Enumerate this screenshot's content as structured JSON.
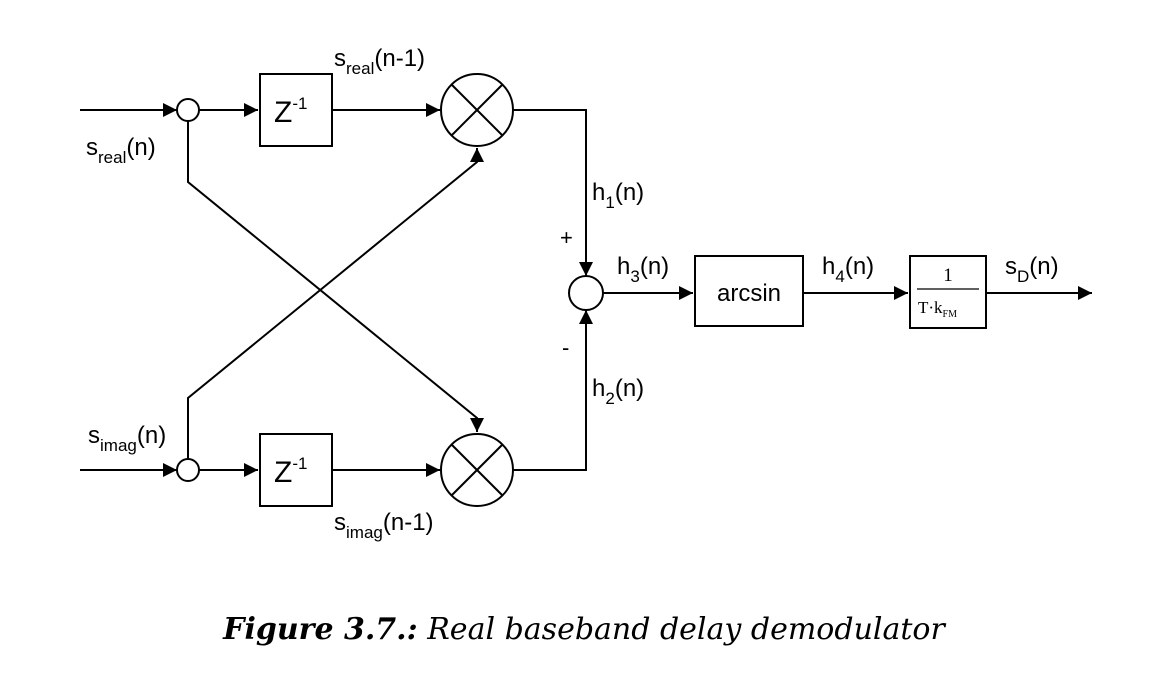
{
  "labels": {
    "s_real_in": {
      "base": "s",
      "sub": "real",
      "tail": "(n)"
    },
    "s_imag_in": {
      "base": "s",
      "sub": "imag",
      "tail": "(n)"
    },
    "s_real_delayed": {
      "base": "s",
      "sub": "real",
      "tail": "(n-1)"
    },
    "s_imag_delayed": {
      "base": "s",
      "sub": "imag",
      "tail": "(n-1)"
    },
    "h1": {
      "base": "h",
      "sub": "1",
      "tail": "(n)"
    },
    "h2": {
      "base": "h",
      "sub": "2",
      "tail": "(n)"
    },
    "h3": {
      "base": "h",
      "sub": "3",
      "tail": "(n)"
    },
    "h4": {
      "base": "h",
      "sub": "4",
      "tail": "(n)"
    },
    "sD": {
      "base": "s",
      "sub": "D",
      "tail": "(n)"
    },
    "plus": "+",
    "minus": "-"
  },
  "blocks": {
    "delay": {
      "base": "Z",
      "sup": "-1"
    },
    "arcsin": "arcsin",
    "gain": {
      "numerator": "1",
      "denominator_base": "T·k",
      "denominator_sub": "FM"
    }
  },
  "caption": {
    "bold": "Figure 3.7.:",
    "text": " Real baseband delay demodulator"
  }
}
